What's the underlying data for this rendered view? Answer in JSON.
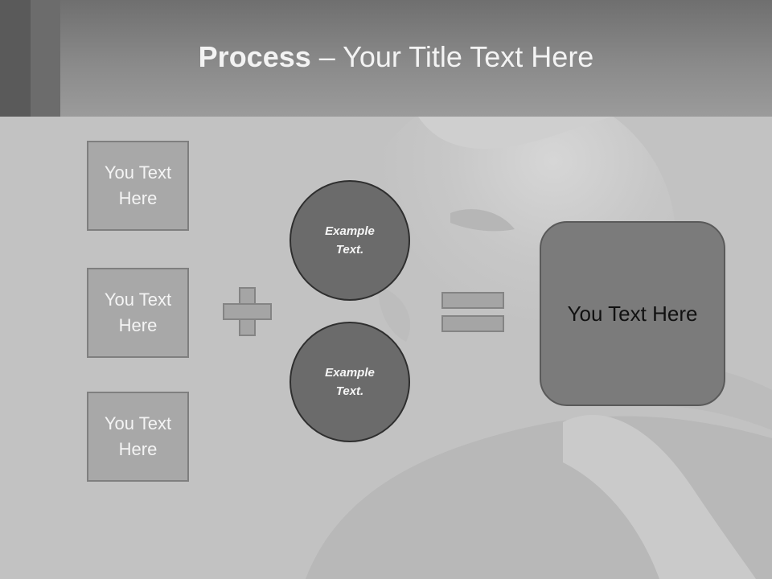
{
  "slide": {
    "title_bold": "Process",
    "title_rest": " – Your Title Text Here"
  },
  "left_boxes": [
    {
      "label": "You Text\nHere"
    },
    {
      "label": "You Text\nHere"
    },
    {
      "label": "You Text\nHere"
    }
  ],
  "circles": [
    {
      "label": "Example\nText."
    },
    {
      "label": "Example\nText."
    }
  ],
  "result": {
    "label": "You Text Here"
  },
  "colors": {
    "header": "#8a8a8a",
    "background": "#c3c3c3",
    "box_fill": "#a8a8a8",
    "circle_fill": "#6b6b6b",
    "result_fill": "#7b7b7b"
  },
  "icons": {
    "operator_1": "plus-icon",
    "operator_2": "equals-icon"
  }
}
